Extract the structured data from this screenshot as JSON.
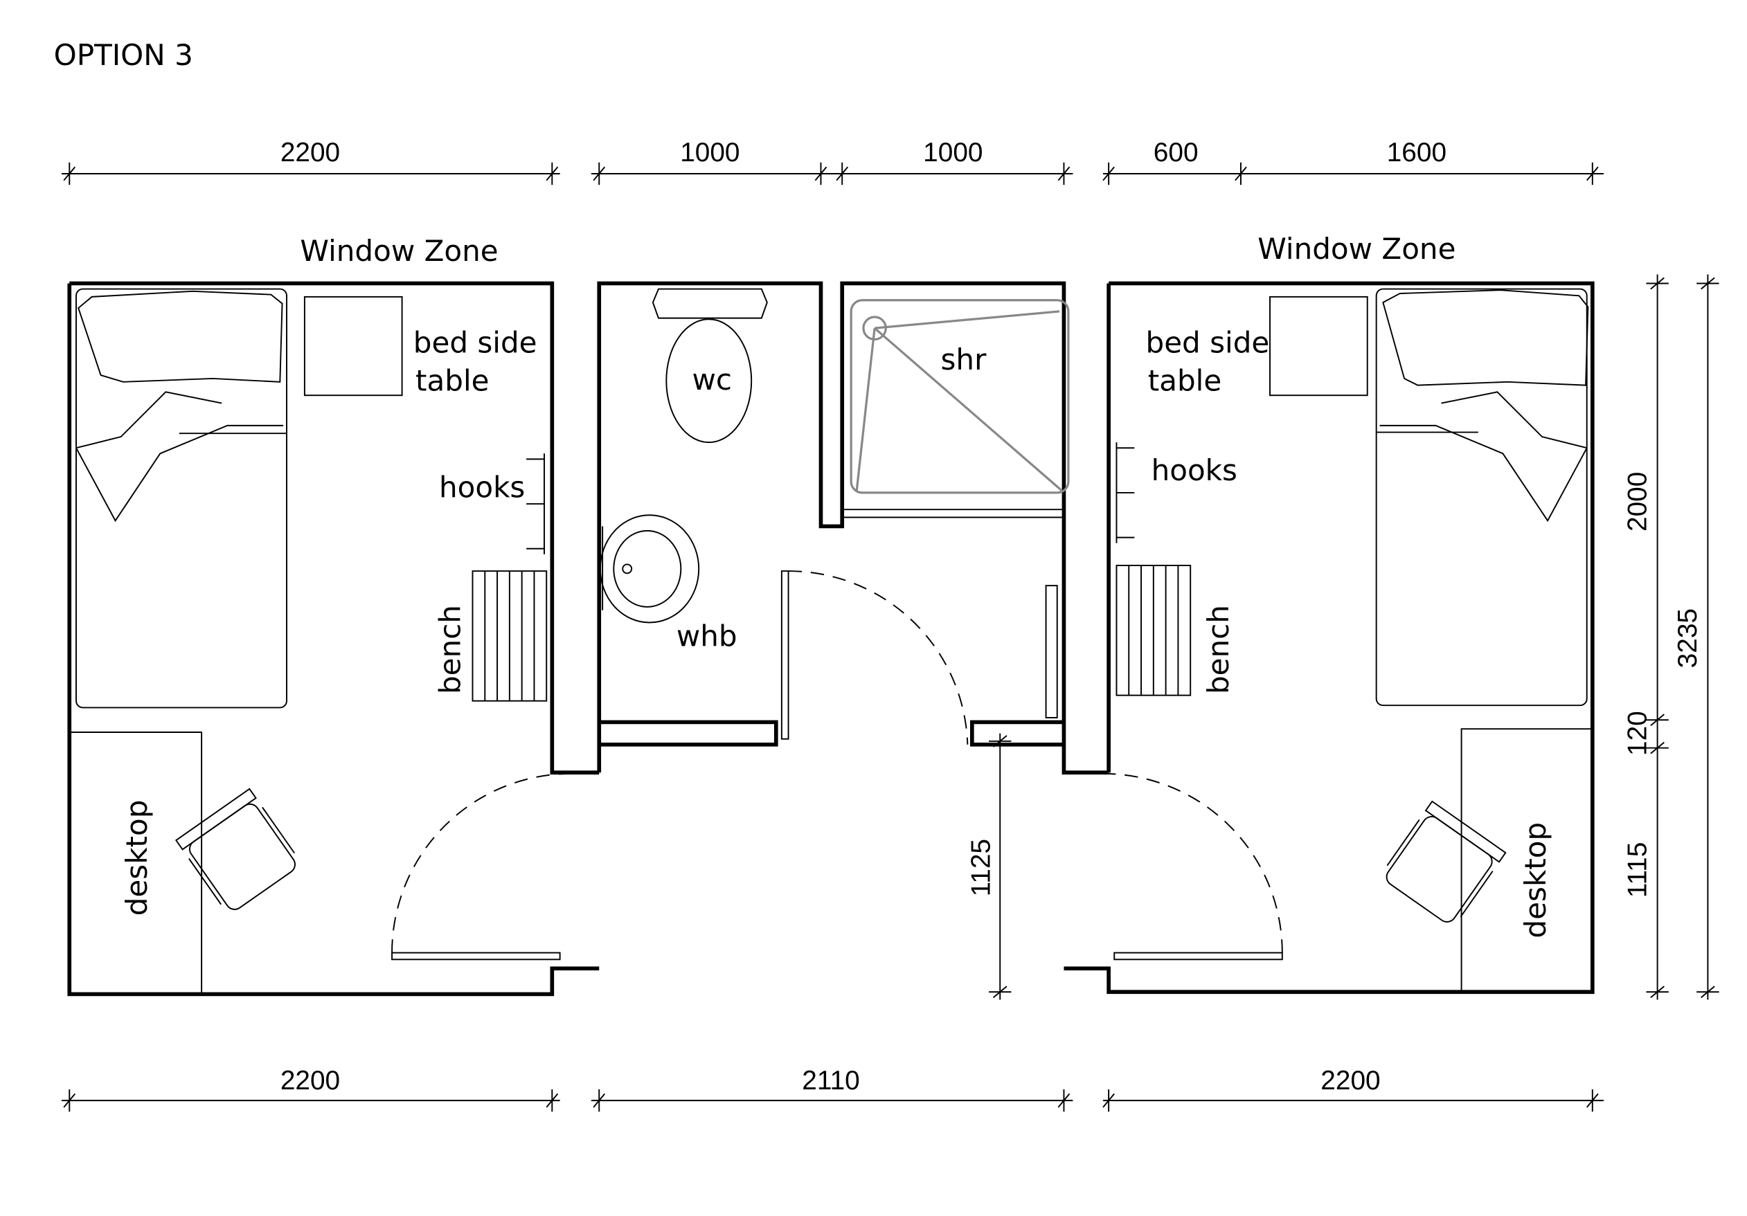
{
  "title": "OPTION 3",
  "labels": {
    "window_zone_left": "Window Zone",
    "window_zone_right": "Window Zone",
    "bed_side_table_l1": "bed side",
    "bed_side_table_l2": "table",
    "bed_side_table_r1": "bed side",
    "bed_side_table_r2": "table",
    "hooks_left": "hooks",
    "hooks_right": "hooks",
    "bench_left": "bench",
    "bench_right": "bench",
    "desktop_left": "desktop",
    "desktop_right": "desktop",
    "wc": "wc",
    "whb": "whb",
    "shr": "shr"
  },
  "dimensions": {
    "top": [
      "2200",
      "1000",
      "1000",
      "600",
      "1600"
    ],
    "bottom": [
      "2200",
      "2110",
      "2200"
    ],
    "right_inner": [
      "2000",
      "120",
      "1115"
    ],
    "right_outer": "3235",
    "corridor": "1125"
  }
}
